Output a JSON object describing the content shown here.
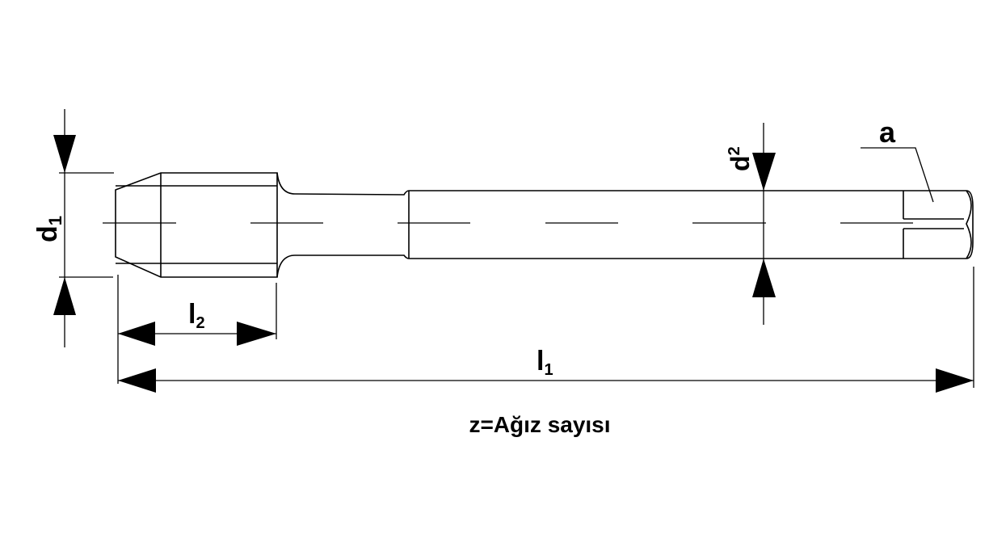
{
  "labels": {
    "d1": "d",
    "d1_sub": "1",
    "d2": "d",
    "d2_sub": "2",
    "l1": "l",
    "l1_sub": "1",
    "l2": "l",
    "l2_sub": "2",
    "a": "a",
    "caption": "z=Ağız sayısı"
  }
}
